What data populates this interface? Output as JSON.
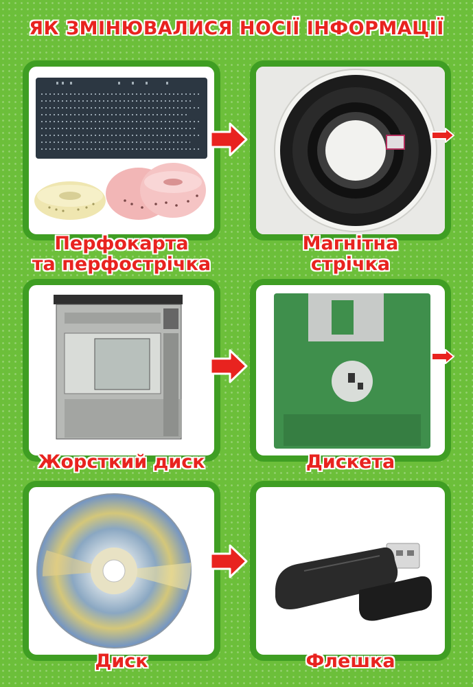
{
  "title": "ЯК ЗМІНЮВАЛИСЯ НОСІЇ ІНФОРМАЦІЇ",
  "items": [
    {
      "label_line1": "Перфокарта",
      "label_line2": "та перфострічка",
      "image": "punch-card-and-tape"
    },
    {
      "label_line1": "Магнітна",
      "label_line2": "стрічка",
      "image": "magnetic-tape-reel"
    },
    {
      "label_line1": "Жорсткий диск",
      "label_line2": "",
      "image": "hard-disk-cabinet"
    },
    {
      "label_line1": "Дискета",
      "label_line2": "",
      "image": "floppy-disk"
    },
    {
      "label_line1": "Диск",
      "label_line2": "",
      "image": "optical-disc"
    },
    {
      "label_line1": "Флешка",
      "label_line2": "",
      "image": "usb-flash-drive"
    }
  ],
  "colors": {
    "background": "#6cbf3a",
    "frame": "#3f9e23",
    "label": "#e8231f",
    "arrow": "#e8231f"
  }
}
